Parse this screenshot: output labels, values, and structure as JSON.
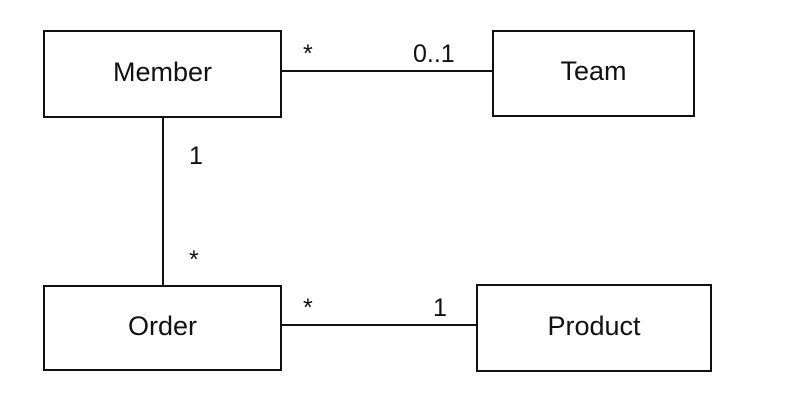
{
  "entities": {
    "member": {
      "name": "Member"
    },
    "team": {
      "name": "Team"
    },
    "order": {
      "name": "Order"
    },
    "product": {
      "name": "Product"
    }
  },
  "associations": {
    "member_team": {
      "member_end": "*",
      "team_end": "0..1"
    },
    "member_order": {
      "member_end": "1",
      "order_end": "*"
    },
    "order_product": {
      "order_end": "*",
      "product_end": "1"
    }
  }
}
